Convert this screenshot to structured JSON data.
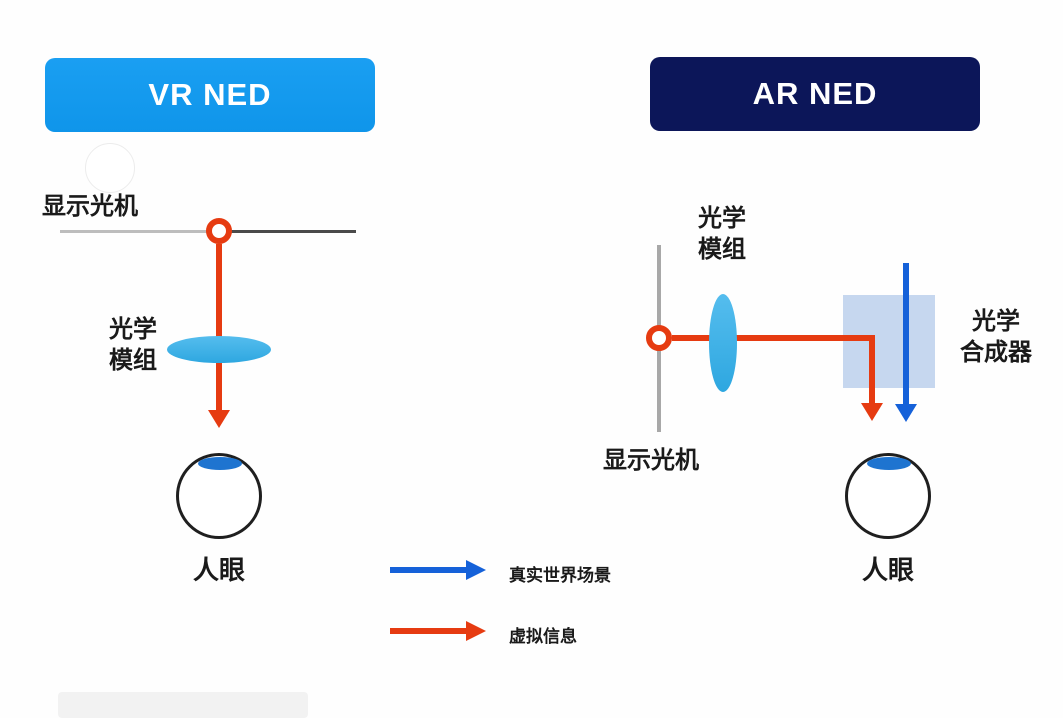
{
  "panels": {
    "vr": {
      "title": "VR NED",
      "display_engine_label": "显示光机",
      "optics_line1": "光学",
      "optics_line2": "模组",
      "eye_label": "人眼"
    },
    "ar": {
      "title": "AR NED",
      "optics_line1": "光学",
      "optics_line2": "模组",
      "combiner_line1": "光学",
      "combiner_line2": "合成器",
      "display_engine_label": "显示光机",
      "eye_label": "人眼"
    }
  },
  "legend": {
    "real_world_label": "真实世界场景",
    "virtual_info_label": "虚拟信息"
  },
  "colors": {
    "vr_header": "#1A9FF2",
    "ar_header": "#0C1659",
    "virtual_red": "#E63B11",
    "real_blue": "#1561D9",
    "lens_blue": "#2EA7E0",
    "combiner_blue": "#BCD0EC",
    "line_gray": "#A8A8A8",
    "line_dark": "#4A4A4A",
    "iris_blue": "#1E74D0"
  }
}
